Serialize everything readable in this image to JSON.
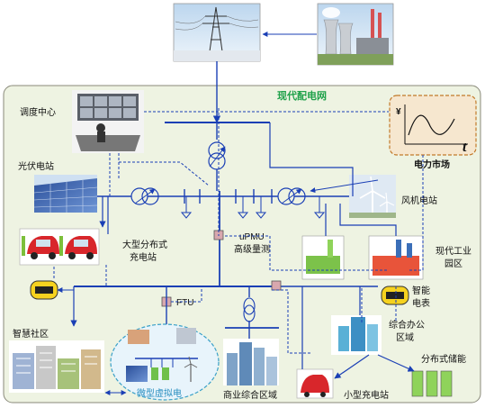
{
  "diagram": {
    "title": "现代配电网",
    "nodes": {
      "dispatch": "调度中心",
      "pv": "光伏电站",
      "ev_station_large": "大型分布式",
      "ev_station_large2": "充电站",
      "upmu": "uPMU",
      "upmu2": "高级量测",
      "wind": "风机电站",
      "industry": "现代工业",
      "industry2": "园区",
      "market": "电力市场",
      "meter_right": "智能",
      "meter_right2": "电表",
      "ftu": "FTU",
      "office": "综合办公",
      "office2": "区域",
      "storage": "分布式储能",
      "community": "智慧社区",
      "microgrid": "微型虚拟电",
      "commercial": "商业综合区域",
      "ev_small": "小型充电站"
    },
    "market_chart": {
      "y_symbol": "¥",
      "x_symbol": "t"
    },
    "colors": {
      "main_line": "#1a3fb5",
      "dashed": "#1a3fb5",
      "area_bg": "#eef3e2",
      "area_border": "#8a8a7a",
      "market_bg": "#f6e7cf",
      "market_border": "#c27a2a",
      "microgrid_bg": "#e8f4fb",
      "microgrid_border": "#3aa0c8",
      "title_green": "#1fa14a"
    }
  }
}
